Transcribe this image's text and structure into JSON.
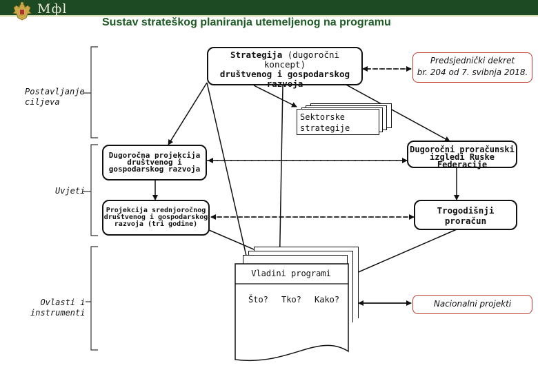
{
  "header": {
    "logo_text": "Mфl"
  },
  "title": "Sustav strateškog planiranja utemeljenog na programu",
  "strategy": {
    "bold": "Strategija",
    "normal": " (dugoročni koncept)",
    "line2": "društvenog i gospodarskog",
    "line3": "razvoja"
  },
  "decree": {
    "line1": "Predsjednički dekret",
    "line2": "br. 204 od 7. svibnja 2018."
  },
  "sector": {
    "line1": "Sektorske",
    "line2": "strategije"
  },
  "long_term_projection": {
    "line1": "Dugoročna projekcija",
    "line2": "društvenog i",
    "line3": "gospodarskog razvoja"
  },
  "long_term_budget": {
    "line1": "Dugoročni proračunski",
    "line2": "izgledi Ruske Federacije"
  },
  "mid_term_projection": {
    "line1": "Projekcija srednjoročnog",
    "line2": "društvenog i gospodarskog",
    "line3": "razvoja (tri godine)"
  },
  "budget3": {
    "line1": "Trogodišnji",
    "line2": "proračun"
  },
  "gov_programs": {
    "title": "Vladini programi",
    "q1": "Što?",
    "q2": "Tko?",
    "q3": "Kako?"
  },
  "national_projects": "Nacionalni projekti",
  "side_labels": {
    "goals1": "Postavljanje",
    "goals2": "ciljeva",
    "conditions": "Uvjeti",
    "powers1": "Ovlasti i",
    "powers2": "instrumenti"
  }
}
